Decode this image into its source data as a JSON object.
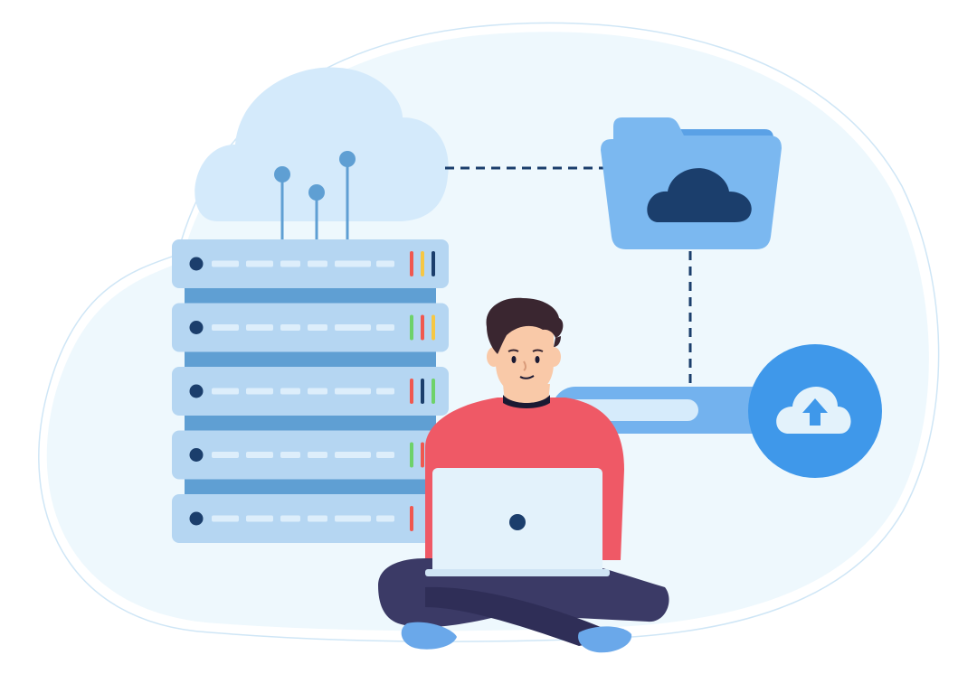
{
  "illustration": {
    "subject": "cloud-storage-upload",
    "elements": [
      "cloud-icon",
      "server-rack",
      "folder-cloud-icon",
      "upload-cloud-icon",
      "person-with-laptop"
    ],
    "colors": {
      "background_blob": "#eef8fd",
      "cloud_light": "#d4eafb",
      "server_unit": "#b5d6f2",
      "server_band": "#5f9fd3",
      "server_dot": "#1b3e6c",
      "folder": "#7bb8f0",
      "folder_back": "#5aa1e6",
      "folder_cloud": "#1b3e6c",
      "upload_circle": "#3f98ea",
      "upload_bar": "#73b2ee",
      "sweater": "#ef5966",
      "pants": "#3b3a66",
      "hair": "#3a2630",
      "skin": "#f9c9a8",
      "laptop": "#e3f2fb",
      "socks": "#6aa8ea",
      "led_red": "#f0584f",
      "led_yellow": "#f6c744",
      "led_green": "#6ed26a",
      "led_navy": "#1b3e6c"
    },
    "server_units": [
      {
        "leds": [
          "led_red",
          "led_yellow",
          "led_navy"
        ]
      },
      {
        "leds": [
          "led_green",
          "led_red",
          "led_yellow"
        ]
      },
      {
        "leds": [
          "led_red",
          "led_navy",
          "led_green"
        ]
      },
      {
        "leds": [
          "led_green",
          "led_red"
        ]
      },
      {
        "leds": [
          "led_red"
        ]
      }
    ]
  }
}
